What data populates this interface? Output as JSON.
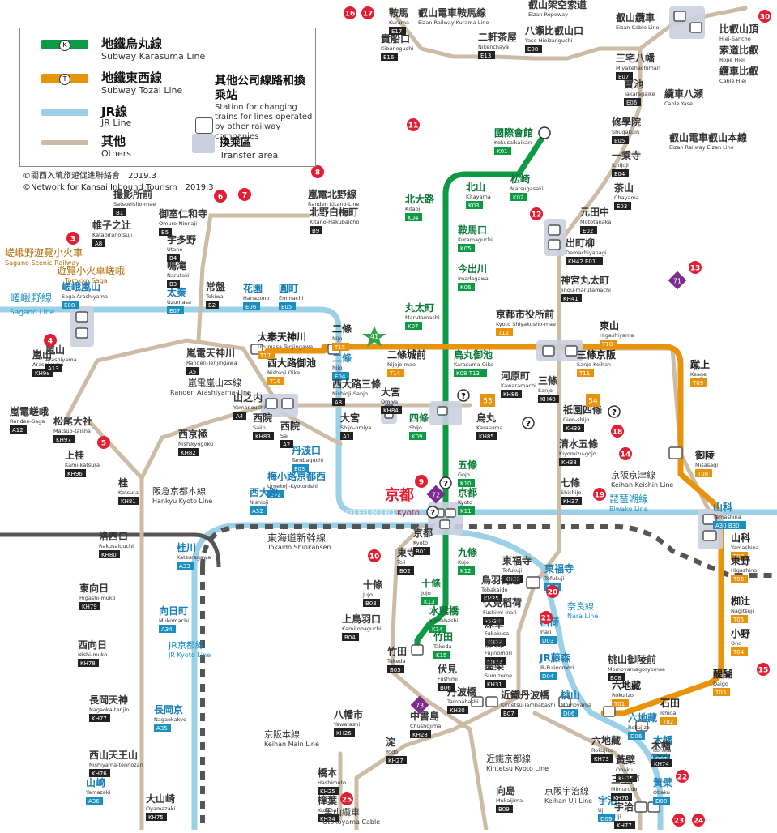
{
  "legend": {
    "karasuma_zh": "地鐵烏丸線",
    "karasuma_en": "Subway Karasuma Line",
    "tozai_zh": "地鐵東西線",
    "tozai_en": "Subway Tozai Line",
    "jr_zh": "JR線",
    "jr_en": "JR Line",
    "others_zh": "其他",
    "others_en": "Others",
    "transfer_zh": "其他公司線路和換乘站",
    "transfer_en": "Station for changing trains for lines operated by other railway companies",
    "area_zh": "換乘區",
    "area_en": "Transfer area",
    "badge_k": "K",
    "badge_t": "T"
  },
  "copyright": {
    "zh": "©關西入境旅遊促進聯絡會　2019.3",
    "en": "©Network for Kansai Inbound Tourism　2019.3"
  },
  "colors": {
    "karasuma": "#0e9a45",
    "tozai": "#e8930c",
    "jr": "#9bd0e6",
    "others": "#cdbca5",
    "shinkansen": "#555555",
    "code_box": "#222222",
    "spot": "#e01f34",
    "purple": "#7b2c8e"
  },
  "stations": [
    {
      "zh": "國際會館",
      "en": "Kokusaikaikan",
      "code": "K01",
      "line": "karasuma"
    },
    {
      "zh": "松崎",
      "en": "Matsugasaki",
      "code": "K02",
      "line": "karasuma"
    },
    {
      "zh": "北山",
      "en": "Kitayama",
      "code": "K03",
      "line": "karasuma"
    },
    {
      "zh": "北大路",
      "en": "Kitaoji",
      "code": "K04",
      "line": "karasuma"
    },
    {
      "zh": "鞍馬口",
      "en": "Kuramaguchi",
      "code": "K05",
      "line": "karasuma"
    },
    {
      "zh": "今出川",
      "en": "Imadegawa",
      "code": "K06",
      "line": "karasuma"
    },
    {
      "zh": "丸太町",
      "en": "Marutamachi",
      "code": "K07",
      "line": "karasuma"
    },
    {
      "zh": "烏丸御池",
      "en": "Karasuma Oike",
      "code": "K08 T13",
      "line": "karasuma"
    },
    {
      "zh": "四條",
      "en": "Shijo",
      "code": "K09",
      "line": "karasuma"
    },
    {
      "zh": "五條",
      "en": "Gojo",
      "code": "K10",
      "line": "karasuma"
    },
    {
      "zh": "京都",
      "en": "Kyoto",
      "code": "K11",
      "line": "karasuma"
    },
    {
      "zh": "九條",
      "en": "Kujo",
      "code": "K12",
      "line": "karasuma"
    },
    {
      "zh": "十條",
      "en": "Jujo",
      "code": "K13",
      "line": "karasuma"
    },
    {
      "zh": "水雞橋",
      "en": "Kuinabashi",
      "code": "K14",
      "line": "karasuma"
    },
    {
      "zh": "竹田",
      "en": "Takeda",
      "code": "K15",
      "line": "karasuma"
    },
    {
      "zh": "二條",
      "en": "Nijo",
      "code": "T15",
      "line": "tozai"
    },
    {
      "zh": "二條城前",
      "en": "Nijojo-mae",
      "code": "T14",
      "line": "tozai"
    },
    {
      "zh": "京都市役所前",
      "en": "Kyoto Shiyakusho-mae",
      "code": "T12",
      "line": "tozai"
    },
    {
      "zh": "三條京阪",
      "en": "Sanjo Keihan",
      "code": "T11",
      "line": "tozai"
    },
    {
      "zh": "東山",
      "en": "Higashiyama",
      "code": "T10",
      "line": "tozai"
    },
    {
      "zh": "蹴上",
      "en": "Keage",
      "code": "T09",
      "line": "tozai"
    },
    {
      "zh": "御陵",
      "en": "Misasagi",
      "code": "T08",
      "line": "tozai"
    },
    {
      "zh": "山科",
      "en": "Yamashina",
      "code": "T07",
      "line": "tozai"
    },
    {
      "zh": "東野",
      "en": "Higashino",
      "code": "T06",
      "line": "tozai"
    },
    {
      "zh": "椥辻",
      "en": "Nagitsuji",
      "code": "T05",
      "line": "tozai"
    },
    {
      "zh": "小野",
      "en": "Ono",
      "code": "T04",
      "line": "tozai"
    },
    {
      "zh": "醍醐",
      "en": "Daigo",
      "code": "T03",
      "line": "tozai"
    },
    {
      "zh": "石田",
      "en": "Ishida",
      "code": "T02",
      "line": "tozai"
    },
    {
      "zh": "六地藏",
      "en": "Rokujizo",
      "code": "T01",
      "line": "tozai"
    },
    {
      "zh": "西大路御池",
      "en": "Nishioji Oike",
      "code": "T16",
      "line": "tozai"
    },
    {
      "zh": "太秦天神川",
      "en": "Uzumasa Tenjingawa",
      "code": "T17",
      "line": "tozai"
    },
    {
      "zh": "二條",
      "en": "Nijo",
      "code": "E04",
      "line": "jr"
    },
    {
      "zh": "丹波口",
      "en": "Tambaguchi",
      "code": "E03",
      "line": "jr"
    },
    {
      "zh": "梅小路京都西",
      "en": "Umekoji-Kyotonishi",
      "code": "E02",
      "line": "jr"
    },
    {
      "zh": "西大路",
      "en": "Nishioji",
      "code": "A32",
      "line": "jr"
    },
    {
      "zh": "桂川",
      "en": "Katsuragawa",
      "code": "A33",
      "line": "jr"
    },
    {
      "zh": "向日町",
      "en": "Mukomachi",
      "code": "A34",
      "line": "jr"
    },
    {
      "zh": "長岡京",
      "en": "Nagaokakyo",
      "code": "A35",
      "line": "jr"
    },
    {
      "zh": "山崎",
      "en": "Yamazaki",
      "code": "A36",
      "line": "jr"
    },
    {
      "zh": "東福寺",
      "en": "Tofukuji",
      "code": "D02",
      "line": "jr"
    },
    {
      "zh": "稻荷",
      "en": "Inari",
      "code": "D03",
      "line": "jr"
    },
    {
      "zh": "JR藤森",
      "en": "JR-Fujinomori",
      "code": "D04",
      "line": "jr"
    },
    {
      "zh": "桃山",
      "en": "Momoyama",
      "code": "D06",
      "line": "jr"
    },
    {
      "zh": "六地藏",
      "en": "Rokujizo",
      "code": "D06",
      "line": "jr"
    },
    {
      "zh": "木幡",
      "en": "Kohata",
      "code": "D07",
      "line": "jr"
    },
    {
      "zh": "黃檗",
      "en": "Obaku",
      "code": "D08",
      "line": "jr"
    },
    {
      "zh": "宇治",
      "en": "Uji",
      "code": "D09",
      "line": "jr"
    },
    {
      "zh": "山科",
      "en": "Yamashina",
      "code": "A30 B30",
      "line": "jr"
    },
    {
      "zh": "嵯峨嵐山",
      "en": "Saga-Arashiyama",
      "code": "E08",
      "line": "jr"
    },
    {
      "zh": "太秦",
      "en": "Uzumasa",
      "code": "E07",
      "line": "jr"
    },
    {
      "zh": "花園",
      "en": "Hanazono",
      "code": "E06",
      "line": "jr"
    },
    {
      "zh": "圓町",
      "en": "Emmachi",
      "code": "E05",
      "line": "jr"
    },
    {
      "zh": "鞍馬",
      "en": "Kurama",
      "code": "E17",
      "line": "others"
    },
    {
      "zh": "貴船口",
      "en": "Kibuneguchi",
      "code": "E16",
      "line": "others"
    },
    {
      "zh": "二軒茶屋",
      "en": "Nikenchaya",
      "code": "E13",
      "line": "others"
    },
    {
      "zh": "八瀬比叡山口",
      "en": "Yase-Hieizanguchi",
      "code": "E08",
      "line": "others"
    },
    {
      "zh": "寶池",
      "en": "Takaragaike",
      "code": "E06",
      "line": "others"
    },
    {
      "zh": "修學院",
      "en": "Shugakuin",
      "code": "E05",
      "line": "others"
    },
    {
      "zh": "一乘寺",
      "en": "Ichijoji",
      "code": "E04",
      "line": "others"
    },
    {
      "zh": "茶山",
      "en": "Chayama",
      "code": "E03",
      "line": "others"
    },
    {
      "zh": "元田中",
      "en": "Mototanaka",
      "code": "E02",
      "line": "others"
    },
    {
      "zh": "出町柳",
      "en": "Demachiyanagi",
      "code": "KH42 E01",
      "line": "others"
    },
    {
      "zh": "神宮丸太町",
      "en": "Jingu-marutamachi",
      "code": "KH41",
      "line": "others"
    },
    {
      "zh": "三條",
      "en": "Sanjo",
      "code": "KH40",
      "line": "others"
    },
    {
      "zh": "祇園四條",
      "en": "Gion-shijo",
      "code": "KH39",
      "line": "others"
    },
    {
      "zh": "清水五條",
      "en": "Kiyomizu-gojo",
      "code": "KH38",
      "line": "others"
    },
    {
      "zh": "七條",
      "en": "Shichijo",
      "code": "KH37",
      "line": "others"
    },
    {
      "zh": "東福寺",
      "en": "Tofukuji",
      "code": "KH36",
      "line": "others"
    },
    {
      "zh": "鳥羽街道",
      "en": "Tobakaido",
      "code": "KH35",
      "line": "others"
    },
    {
      "zh": "伏見稻荷",
      "en": "Fushimi-inari",
      "code": "KH34",
      "line": "others"
    },
    {
      "zh": "深草",
      "en": "Fukakusa",
      "code": "KH33",
      "line": "others"
    },
    {
      "zh": "藤森",
      "en": "Fujinomori",
      "code": "KH32",
      "line": "others"
    },
    {
      "zh": "墨染",
      "en": "Sumizome",
      "code": "KH31",
      "line": "others"
    },
    {
      "zh": "丹波橋",
      "en": "Tambabashi",
      "code": "KH30",
      "line": "others"
    },
    {
      "zh": "中書島",
      "en": "Chushojima",
      "code": "KH28",
      "line": "others"
    },
    {
      "zh": "八幡市",
      "en": "Yawatashi",
      "code": "KH26",
      "line": "others"
    },
    {
      "zh": "淀",
      "en": "Yodo",
      "code": "KH27",
      "line": "others"
    },
    {
      "zh": "橋本",
      "en": "Hashimoto",
      "code": "KH25",
      "line": "others"
    },
    {
      "zh": "樟葉",
      "en": "Kuzuha",
      "code": "KH24",
      "line": "others"
    },
    {
      "zh": "大宮",
      "en": "Omiya",
      "code": "KH84",
      "line": "others"
    },
    {
      "zh": "烏丸",
      "en": "Karasuma",
      "code": "KH85",
      "line": "others"
    },
    {
      "zh": "河原町",
      "en": "Kawaramachi",
      "code": "KH86",
      "line": "others"
    },
    {
      "zh": "西院",
      "en": "Saiin",
      "code": "KH83",
      "line": "others"
    },
    {
      "zh": "西京極",
      "en": "Nishikyogoku",
      "code": "KH82",
      "line": "others"
    },
    {
      "zh": "桂",
      "en": "Katsura",
      "code": "KH81",
      "line": "others"
    },
    {
      "zh": "洛西口",
      "en": "Rakusaiguchi",
      "code": "KH80",
      "line": "others"
    },
    {
      "zh": "東向日",
      "en": "Higashi-muko",
      "code": "KH79",
      "line": "others"
    },
    {
      "zh": "西向日",
      "en": "Nishi-muko",
      "code": "KH78",
      "line": "others"
    },
    {
      "zh": "長岡天神",
      "en": "Nagaoka-tenjin",
      "code": "KH77",
      "line": "others"
    },
    {
      "zh": "西山天王山",
      "en": "Nishiyama-tennozan",
      "code": "KH76",
      "line": "others"
    },
    {
      "zh": "大山崎",
      "en": "Oyamazaki",
      "code": "KH75",
      "line": "others"
    },
    {
      "zh": "嵐山",
      "en": "Arashiyama",
      "code": "KH98",
      "line": "others"
    },
    {
      "zh": "松尾大社",
      "en": "Matsuo-taisha",
      "code": "KH97",
      "line": "others"
    },
    {
      "zh": "上桂",
      "en": "Kami-katsura",
      "code": "KH96",
      "line": "others"
    },
    {
      "zh": "京都",
      "en": "Kyoto",
      "code": "B01",
      "line": "others"
    },
    {
      "zh": "東寺",
      "en": "Toji",
      "code": "B02",
      "line": "others"
    },
    {
      "zh": "十條",
      "en": "Jujo",
      "code": "B03",
      "line": "others"
    },
    {
      "zh": "上鳥羽口",
      "en": "Kamitobaguchi",
      "code": "B04",
      "line": "others"
    },
    {
      "zh": "竹田",
      "en": "Takeda",
      "code": "B05",
      "line": "others"
    },
    {
      "zh": "伏見",
      "en": "Fushimi",
      "code": "B06",
      "line": "others"
    },
    {
      "zh": "近鐵丹波橋",
      "en": "Kintetsu-Tambabashi",
      "code": "B07",
      "line": "others"
    },
    {
      "zh": "桃山御陵前",
      "en": "Momoyamagoryomae",
      "code": "B08",
      "line": "others"
    },
    {
      "zh": "向島",
      "en": "Mukaijima",
      "code": "B09",
      "line": "others"
    },
    {
      "zh": "六地藏",
      "en": "Rokujizo",
      "code": "KH73",
      "line": "others"
    },
    {
      "zh": "木幡",
      "en": "Kowata",
      "code": "KH74",
      "line": "others"
    },
    {
      "zh": "黃檗",
      "en": "Obaku",
      "code": "KH75",
      "line": "others"
    },
    {
      "zh": "三室戸",
      "en": "Mimurodo",
      "code": "KH76",
      "line": "others"
    },
    {
      "zh": "宇治",
      "en": "Uji",
      "code": "KH77",
      "line": "others"
    },
    {
      "zh": "大宮",
      "en": "Shijo-omiya",
      "code": "A1",
      "line": "others"
    },
    {
      "zh": "西院",
      "en": "Sai",
      "code": "A2",
      "line": "others"
    },
    {
      "zh": "西大路三條",
      "en": "Nishioji-Sanjo",
      "code": "A3",
      "line": "others"
    },
    {
      "zh": "山之内",
      "en": "Yamanouchi",
      "code": "A4",
      "line": "others"
    },
    {
      "zh": "嵐電天神川",
      "en": "Randen-Tenjingawa",
      "code": "A5",
      "line": "others"
    },
    {
      "zh": "嵐山",
      "en": "Arashiyama",
      "code": "A13",
      "line": "others"
    },
    {
      "zh": "嵐電嵯峨",
      "en": "Randen-Saga",
      "code": "A12",
      "line": "others"
    },
    {
      "zh": "北野白梅町",
      "en": "Kitano-Hakubaicho",
      "code": "B9",
      "line": "others"
    },
    {
      "zh": "帷子之辻",
      "en": "Katabiranotsuji",
      "code": "A8",
      "line": "others"
    },
    {
      "zh": "撮影所前",
      "en": "Satsueisho-mae",
      "code": "B1",
      "line": "others"
    },
    {
      "zh": "御室仁和寺",
      "en": "Omuro-Ninnaji",
      "code": "B5",
      "line": "others"
    },
    {
      "zh": "宇多野",
      "en": "Utano",
      "code": "B4",
      "line": "others"
    },
    {
      "zh": "鳴滝",
      "en": "Narutaki",
      "code": "B3",
      "line": "others"
    },
    {
      "zh": "常盤",
      "en": "Tokiwa",
      "code": "B2",
      "line": "others"
    },
    {
      "zh": "嵐電北野線",
      "en": "Randen Kitano-Line",
      "code": "",
      "line": "others"
    },
    {
      "zh": "叡山架空索道",
      "en": "Eizan Ropeway",
      "code": "",
      "line": "others"
    },
    {
      "zh": "叡山纜車",
      "en": "Eizan Cable Line",
      "code": "",
      "line": "others"
    },
    {
      "zh": "比叡山頂",
      "en": "Hiei-Sancho",
      "code": "",
      "line": "others"
    },
    {
      "zh": "索道比叡",
      "en": "Rope Hiei",
      "code": "",
      "line": "others"
    },
    {
      "zh": "纜車比叡",
      "en": "Cable Hiei",
      "code": "",
      "line": "others"
    },
    {
      "zh": "三宅八幡",
      "en": "Miyakehachiman",
      "code": "E07",
      "line": "others"
    },
    {
      "zh": "纜車八瀬",
      "en": "Cable Yase",
      "code": "",
      "line": "others"
    },
    {
      "zh": "叡山電車叡山本線",
      "en": "Eizan Railway Eizan Line",
      "code": "",
      "line": "others"
    },
    {
      "zh": "叡山電車鞍馬線",
      "en": "Eizan Railway Kurama Line",
      "code": "",
      "line": "others"
    }
  ],
  "lines_text": {
    "sagano_zh": "嵯峨野線",
    "sagano_en": "Sagano Line",
    "scenic_zh": "嵯峨野遊覽小火車",
    "scenic_en": "Sagano Scenic Railway",
    "torokko_zh": "遊覽小火車嵯峨",
    "torokko_en": "Torokko Saga",
    "tokaido_zh": "東海道新幹線",
    "tokaido_en": "Tokaido Shinkansen",
    "kyoto_zh": "京都",
    "kyoto_en": "Kyoto",
    "kyoto_codes": "A31 B31 D01 E01",
    "biwako_zh": "琵琶湖線",
    "biwako_en": "Biwako Line",
    "keihan_keishin_zh": "京阪京津線",
    "keihan_keishin_en": "Keihan Keishin Line",
    "keihan_main_zh": "京阪本線",
    "keihan_main_en": "Keihan Main Line",
    "keihan_uji_zh": "京阪宇治線",
    "keihan_uji_en": "Keihan Uji Line",
    "nara_zh": "奈良線",
    "nara_en": "Nara Line",
    "jrkyoto_zh": "JR京都線",
    "jrkyoto_en": "JR Kyoto Line",
    "hankyu_zh": "阪急京都本線",
    "hankyu_en": "Hankyu Kyoto Line",
    "kintetsu_zh": "近鐵京都線",
    "kintetsu_en": "Kintetsu Kyoto Line",
    "randen_arashiyama_zh": "嵐電嵐山本線",
    "randen_arashiyama_en": "Randen Arashiyama-Line",
    "otokoyama_zh": "男山纜車",
    "otokoyama_en": "Otokoyama Cable"
  },
  "spots": [
    "3",
    "4",
    "5",
    "6",
    "7",
    "8",
    "9",
    "10",
    "11",
    "12",
    "13",
    "14",
    "15",
    "16",
    "17",
    "18",
    "19",
    "20",
    "21",
    "22",
    "23",
    "24",
    "25",
    "30"
  ],
  "purple_badges": [
    "71",
    "72",
    "73"
  ],
  "orange_badges": [
    "53",
    "54"
  ],
  "icon_names": [
    "star-icon",
    "question-icon",
    "transfer-box-icon"
  ]
}
